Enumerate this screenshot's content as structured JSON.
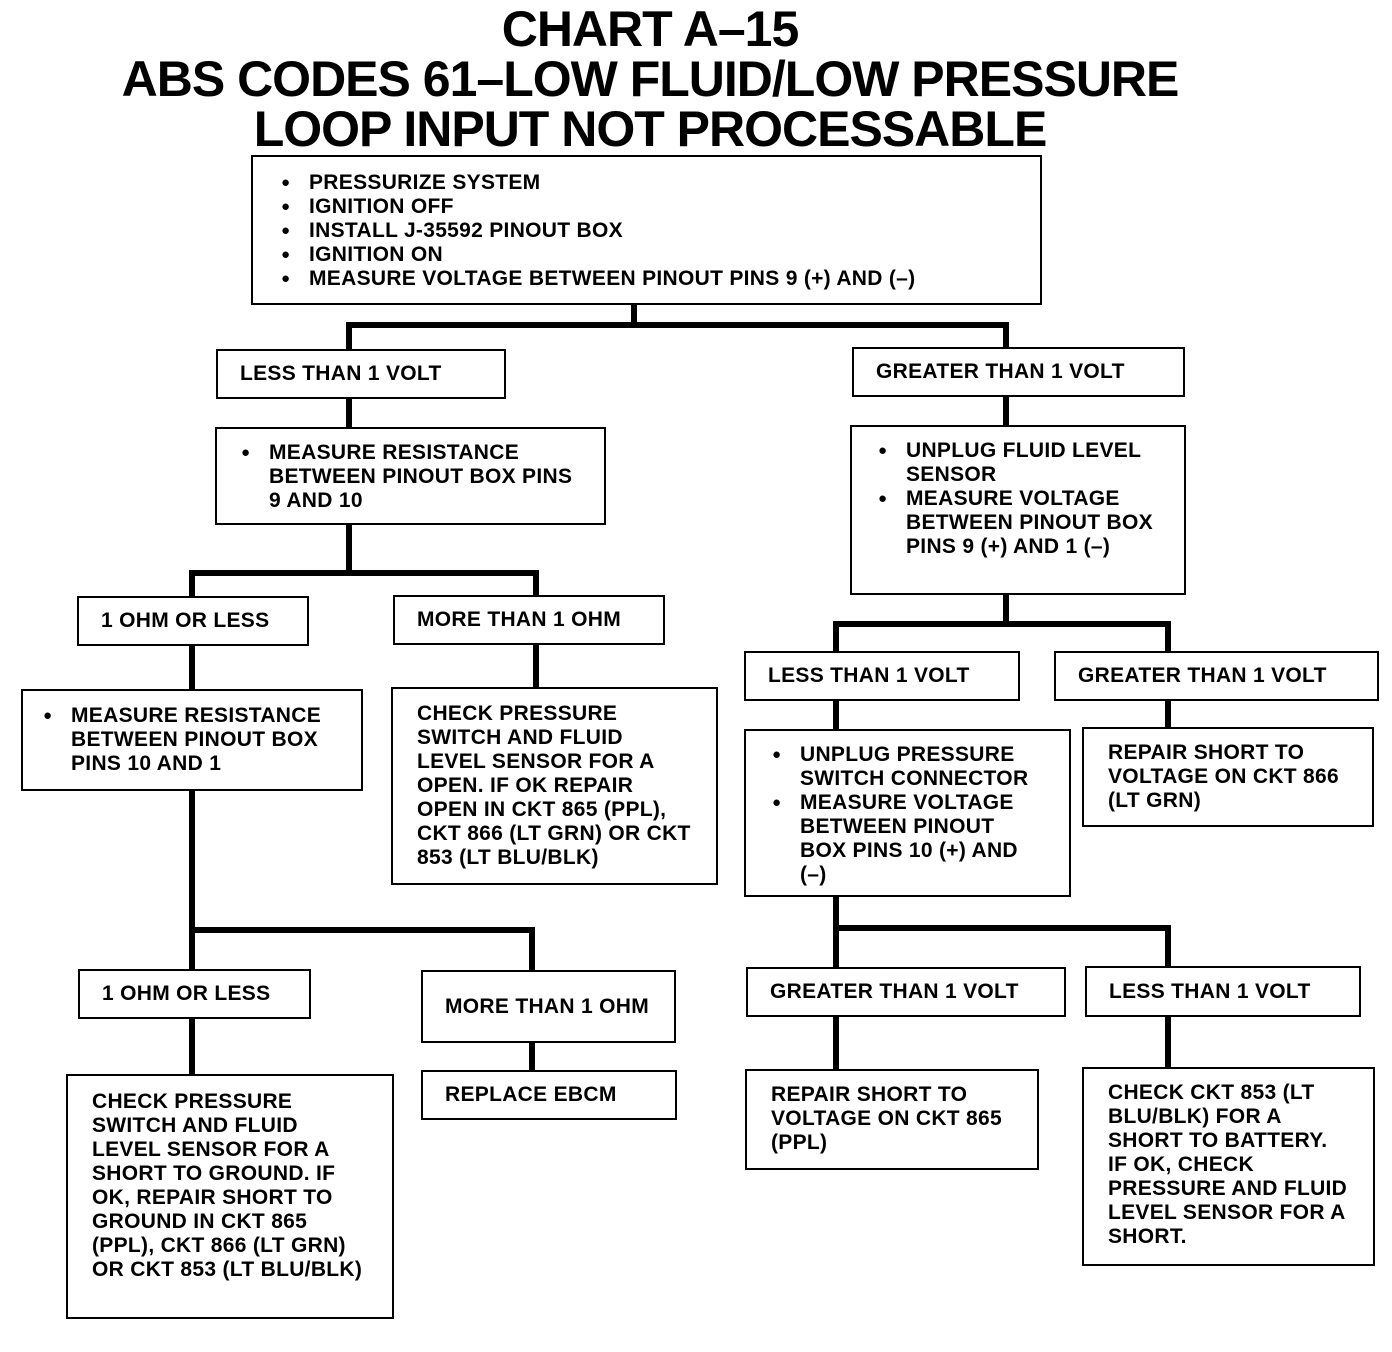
{
  "title": {
    "line1": "CHART A–15",
    "line2": "ABS CODES 61–LOW FLUID/LOW PRESSURE",
    "line3": "LOOP INPUT NOT PROCESSABLE"
  },
  "start": {
    "steps": [
      "PRESSURIZE SYSTEM",
      "IGNITION OFF",
      "INSTALL J-35592 PINOUT BOX",
      "IGNITION ON",
      "MEASURE VOLTAGE BETWEEN PINOUT PINS 9  (+) AND (–)"
    ]
  },
  "left": {
    "cond": "LESS THAN 1 VOLT",
    "step": "MEASURE RESISTANCE BETWEEN PINOUT BOX PINS 9 AND 10",
    "a": {
      "cond": "1 OHM OR LESS",
      "step": "MEASURE RESISTANCE BETWEEN PINOUT BOX PINS 10 AND 1",
      "a": {
        "cond": "1 OHM OR LESS",
        "result": "CHECK PRESSURE SWITCH AND FLUID LEVEL SENSOR FOR A SHORT TO GROUND. IF OK, REPAIR SHORT TO GROUND IN CKT 865 (PPL), CKT 866 (LT GRN) OR CKT 853 (LT BLU/BLK)"
      },
      "b": {
        "cond": "MORE THAN 1 OHM",
        "result": "REPLACE EBCM"
      }
    },
    "b": {
      "cond": "MORE THAN 1 OHM",
      "result": "CHECK PRESSURE SWITCH AND FLUID LEVEL SENSOR FOR A OPEN. IF OK REPAIR OPEN IN CKT 865 (PPL), CKT 866 (LT GRN) OR CKT 853 (LT BLU/BLK)"
    }
  },
  "right": {
    "cond": "GREATER THAN 1 VOLT",
    "steps": [
      "UNPLUG FLUID LEVEL SENSOR",
      "MEASURE VOLTAGE BETWEEN PINOUT BOX PINS 9 (+) AND 1 (–)"
    ],
    "a": {
      "cond": "LESS THAN 1 VOLT",
      "steps": [
        "UNPLUG PRESSURE SWITCH CONNECTOR",
        "MEASURE VOLTAGE BETWEEN PINOUT BOX PINS 10 (+) AND (–)"
      ],
      "a": {
        "cond": "GREATER THAN 1 VOLT",
        "result": "REPAIR SHORT TO VOLTAGE ON CKT 865 (PPL)"
      },
      "b": {
        "cond": "LESS THAN 1 VOLT",
        "result": "CHECK CKT 853 (LT BLU/BLK) FOR A SHORT TO BATTERY. IF OK, CHECK PRESSURE AND FLUID LEVEL SENSOR FOR A SHORT."
      }
    },
    "b": {
      "cond": "GREATER THAN 1 VOLT",
      "result": "REPAIR SHORT TO VOLTAGE ON CKT 866 (LT GRN)"
    }
  }
}
